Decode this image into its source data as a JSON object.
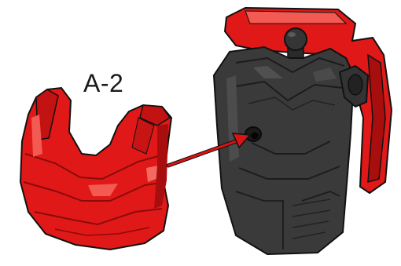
{
  "part_label": "A-2",
  "colors": {
    "armor_red": "#e01818",
    "armor_red_dark": "#a80e0e",
    "armor_red_light": "#f25a52",
    "torso_dark": "#2e2e2e",
    "torso_mid": "#3c3c3c",
    "torso_light": "#555555",
    "arrow": "#d81414",
    "outline": "#111111"
  },
  "icons": {
    "chest_armor": "red-chest-armor-piece",
    "torso": "figure-torso-with-red-back-armor",
    "arrow": "assembly-arrow"
  }
}
